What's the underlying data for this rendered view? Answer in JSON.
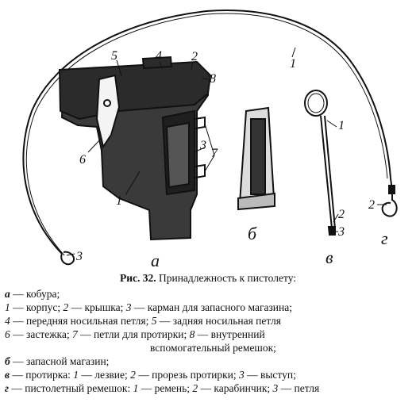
{
  "figure": {
    "labels": {
      "strap_1": "1",
      "strap_3": "3",
      "holster_5": "5",
      "holster_4": "4",
      "holster_2": "2",
      "holster_8": "8",
      "holster_6": "6",
      "holster_3": "3",
      "holster_7": "7",
      "holster_1": "1",
      "rod_1": "1",
      "rod_2": "2",
      "rod_3": "3",
      "strap_2": "2",
      "letter_a": "а",
      "letter_b": "б",
      "letter_v": "в",
      "letter_g": "г"
    }
  },
  "caption": {
    "number": "Рис. 32.",
    "text": " Принадлежность к пистолету:"
  },
  "legend": {
    "a_key": "а",
    "a_text": " — кобура;",
    "l1": "1",
    "l1t": " — корпус; ",
    "l2": "2",
    "l2t": " — крышка; ",
    "l3": "3",
    "l3t": " — карман для запасного магазина;",
    "l4": "4",
    "l4t": " — передняя носильная петля; ",
    "l5": "5",
    "l5t": " — задняя носильная петля",
    "l6": "6",
    "l6t": " — застежка; ",
    "l7": "7",
    "l7t": " — петли для протирки; ",
    "l8": "8",
    "l8t": " — внутренний",
    "l8cont": "вспомогательный ремешок;",
    "b_key": "б",
    "b_text": " — запасной магазин;",
    "v_key": "в",
    "v_text": " — протирка: ",
    "v1": "1",
    "v1t": " — лезвие; ",
    "v2": "2",
    "v2t": " — прорезь протирки; ",
    "v3": "3",
    "v3t": " — выступ;",
    "g_key": "г",
    "g_text": " — пистолетный ремешок: ",
    "g1": "1",
    "g1t": " —  ремень; ",
    "g2": "2",
    "g2t": " — карабинчик; ",
    "g3": "3",
    "g3t": " — петля"
  }
}
